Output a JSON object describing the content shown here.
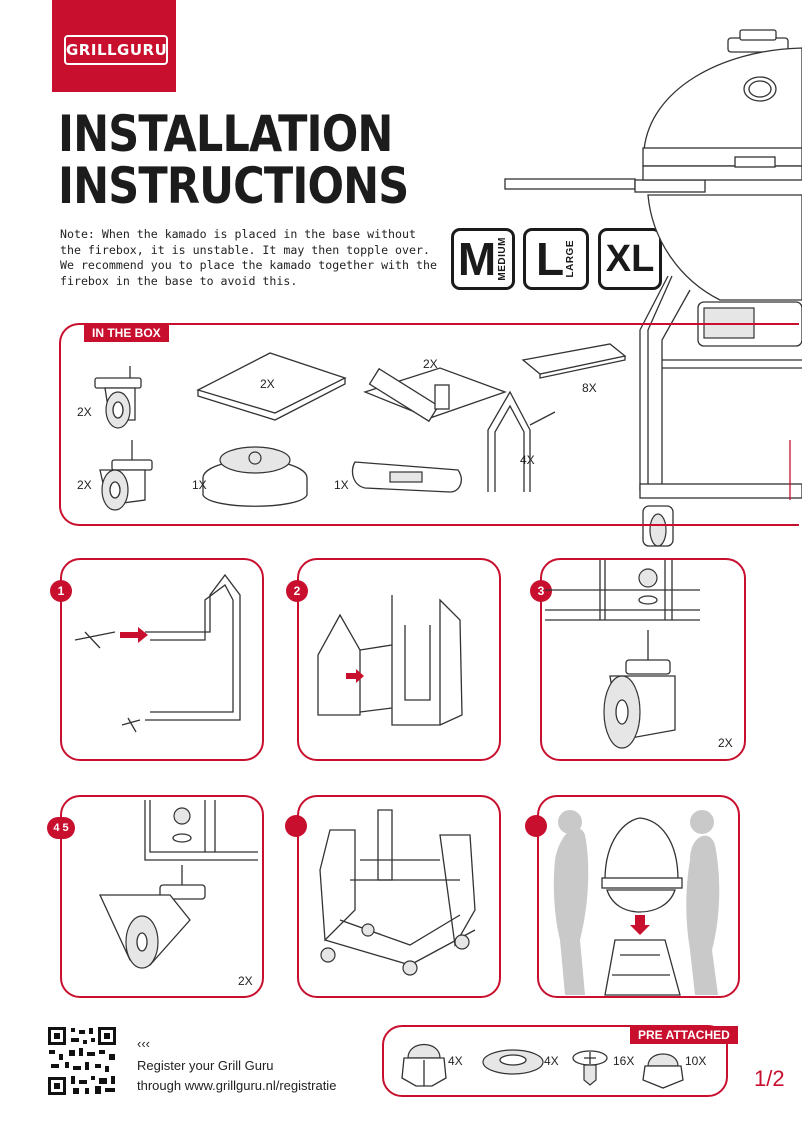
{
  "brand": {
    "logo_text": "GRILLGURU",
    "accent_color": "#c8102e"
  },
  "title": {
    "line1": "INSTALLATION",
    "line2": "INSTRUCTIONS"
  },
  "note": "Note: When the kamado is placed in the base without the firebox, it is unstable. It may then topple over. We recommend you to place the kamado together with the firebox in the base to avoid this.",
  "sizes": [
    {
      "letter": "M",
      "sub": "MEDIUM"
    },
    {
      "letter": "L",
      "sub": "LARGE"
    },
    {
      "letter": "XL",
      "sub": ""
    }
  ],
  "in_the_box": {
    "label": "IN THE BOX",
    "items": [
      {
        "name": "caster-wheel",
        "qty": "2X"
      },
      {
        "name": "locking-caster-wheel",
        "qty": "2X"
      },
      {
        "name": "shelf-plate",
        "qty": "2X"
      },
      {
        "name": "cross-bracket",
        "qty": "2X"
      },
      {
        "name": "foot-pad",
        "qty": "8X"
      },
      {
        "name": "vent-top",
        "qty": "1X"
      },
      {
        "name": "handle-bar",
        "qty": "1X"
      },
      {
        "name": "leg-frame",
        "qty": "4X"
      }
    ]
  },
  "steps": [
    {
      "num": "1",
      "qty": ""
    },
    {
      "num": "2",
      "qty": ""
    },
    {
      "num": "3",
      "qty": "2X"
    },
    {
      "num": "4 5",
      "qty": "2X"
    },
    {
      "num": "",
      "qty": ""
    },
    {
      "num": "",
      "qty": ""
    }
  ],
  "register": {
    "arrows": "‹‹‹",
    "line1": "Register your Grill Guru",
    "line2": "through www.grillguru.nl/registratie"
  },
  "pre_attached": {
    "label": "PRE ATTACHED",
    "items": [
      {
        "name": "cap-nut",
        "qty": "4X"
      },
      {
        "name": "washer",
        "qty": "4X"
      },
      {
        "name": "screw",
        "qty": "16X"
      },
      {
        "name": "dome-nut",
        "qty": "10X"
      }
    ]
  },
  "page_number": "1/2"
}
